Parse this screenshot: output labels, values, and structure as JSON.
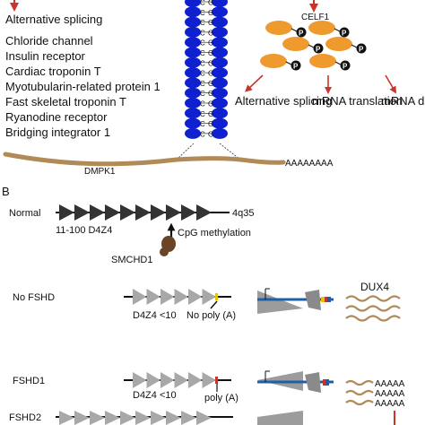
{
  "panel_a": {
    "alt_splicing_heading": "Alternative splicing",
    "genes": [
      "Chloride channel",
      "Insulin receptor",
      "Cardiac troponin T",
      "Myotubularin-related protein 1",
      "Fast skeletal troponin T",
      "Ryanodine receptor",
      "Bridging integrator 1"
    ],
    "repeat_letters": {
      "left": "C",
      "right": "G"
    },
    "gene_label": "DMPK1",
    "polyA_tail": "AAAAAAAA",
    "celf1_label": "CELF1",
    "phospho_symbol": "P",
    "outcomes": [
      "Alternative splicing",
      "mRNA translation",
      "mRNA decay"
    ]
  },
  "panel_b": {
    "label": "B",
    "normal": {
      "row_label": "Normal",
      "chromosome": "4q35",
      "repeat_count": "11-100 D4Z4",
      "methylation": "CpG methylation",
      "protein": "SMCHD1"
    },
    "no_fshd": {
      "row_label": "No FSHD",
      "repeat_count": "D4Z4 <10",
      "polyA_note": "No poly (A)",
      "product": "DUX4"
    },
    "fshd1": {
      "row_label": "FSHD1",
      "repeat_count": "D4Z4 <10",
      "polyA_note": "poly (A)",
      "polyA_tails": [
        "AAAAA",
        "AAAAA",
        "AAAAA"
      ]
    },
    "fshd2": {
      "row_label": "FSHD2"
    }
  },
  "colors": {
    "helix_blue": "#0f20cf",
    "mrna_brown": "#b08a57",
    "celf1_orange": "#ef9a2f",
    "dark_triangle": "#333333",
    "grey_triangle": "#a8a8a8",
    "arrow_red": "#c8352a",
    "smchd1_brown": "#6b4426"
  }
}
